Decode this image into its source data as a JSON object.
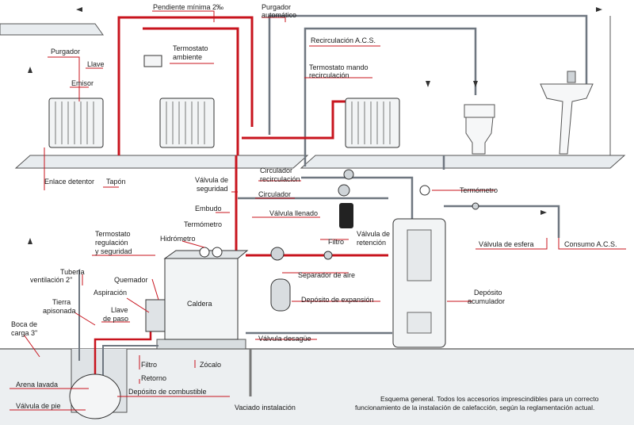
{
  "labels": {
    "pendiente": "Pendiente mínima 2‰",
    "purgador_auto_1": "Purgador",
    "purgador_auto_2": "automático",
    "recirculacion": "Recirculación A.C.S.",
    "termostato_mando_1": "Termostato mando",
    "termostato_mando_2": "recirculación",
    "purgador": "Purgador",
    "llave": "Llave",
    "emisor": "Emisor",
    "termostato_ambiente_1": "Termostato",
    "termostato_ambiente_2": "ambiente",
    "enlace_detentor": "Enlace detentor",
    "tapon": "Tapón",
    "valvula_seguridad_1": "Válvula de",
    "valvula_seguridad_2": "seguridad",
    "circulador_recirculacion_1": "Circulador",
    "circulador_recirculacion_2": "recirculación",
    "circulador": "Circulador",
    "termometro_top": "Termómetro",
    "embudo": "Embudo",
    "valvula_llenado": "Válvula llenado",
    "termometro": "Termómetro",
    "termostato_regulacion_1": "Termostato",
    "termostato_regulacion_2": "regulación",
    "termostato_regulacion_3": "y seguridad",
    "hidrometro": "Hidrómetro",
    "filtro_mid": "Filtro",
    "valvula_retencion_1": "Válvula de",
    "valvula_retencion_2": "retención",
    "valvula_esfera": "Válvula de esfera",
    "consumo_acs": "Consumo A.C.S.",
    "separador_aire": "Separador de aire",
    "tuberia_ventilacion_1": "Tubería",
    "tuberia_ventilacion_2": "ventilación 2\"",
    "quemador": "Quemador",
    "caldera": "Caldera",
    "deposito_expansion": "Depósito de expansión",
    "deposito_acumulador_1": "Depósito",
    "deposito_acumulador_2": "acumulador",
    "tierra_1": "Tierra",
    "tierra_2": "apisonada",
    "aspiracion": "Aspiración",
    "llave_paso_1": "Llave",
    "llave_paso_2": "de paso",
    "boca_carga_1": "Boca de",
    "boca_carga_2": "carga 3\"",
    "valvula_desague": "Válvula desagüe",
    "filtro": "Filtro",
    "retorno": "Retorno",
    "zocalo": "Zócalo",
    "arena_lavada": "Arena lavada",
    "deposito_combustible": "Depósito de combustible",
    "valvula_pie": "Válvula de pie",
    "vaciado": "Vaciado instalación"
  },
  "caption": {
    "line1": "Esquema general. Todos los accesorios imprescindibles para un correcto",
    "line2": "funcionamiento de la instalación de calefacción, según la reglamentación actual."
  },
  "colors": {
    "hot_pipe": "#c8141e",
    "cold_pipe": "#6f7780",
    "leader": "#c8141e"
  }
}
